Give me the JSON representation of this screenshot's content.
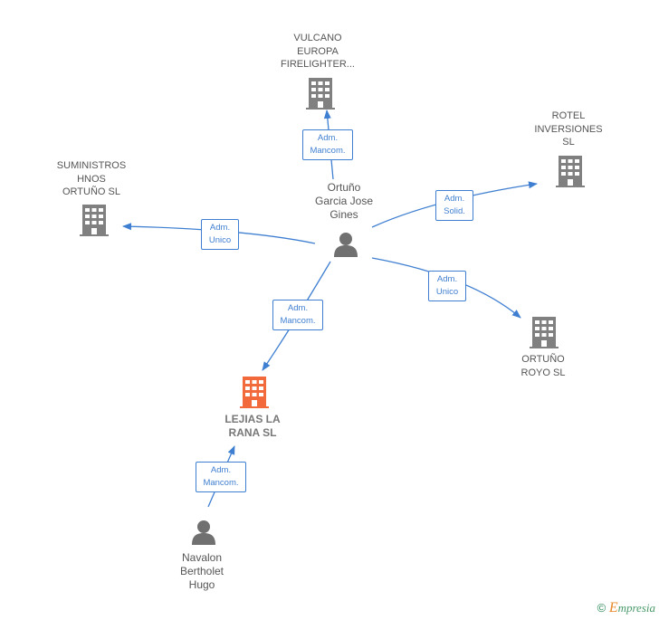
{
  "nodes": {
    "vulcano": {
      "label": "VULCANO\nEUROPA\nFIRELIGHTER..."
    },
    "rotel": {
      "label": "ROTEL\nINVERSIONES\nSL"
    },
    "suministros": {
      "label": "SUMINISTROS\nHNOS\nORTUÑO  SL"
    },
    "ortuno_person": {
      "label": "Ortuño\nGarcia Jose\nGines"
    },
    "ortuno_royo": {
      "label": "ORTUÑO\nROYO  SL"
    },
    "lejias": {
      "label": "LEJIAS LA\nRANA  SL"
    },
    "navalon": {
      "label": "Navalon\nBertholet\nHugo"
    }
  },
  "relations": {
    "to_vulcano": "Adm.\nMancom.",
    "to_rotel": "Adm.\nSolid.",
    "to_suministros": "Adm.\nUnico",
    "to_ortuno_royo": "Adm.\nUnico",
    "to_lejias": "Adm.\nMancom.",
    "navalon_to_lejias": "Adm.\nMancom."
  },
  "colors": {
    "edge": "#3f7fd1",
    "company": "#808080",
    "focus_company": "#f26a3c",
    "person": "#707070"
  },
  "footer": {
    "copyright_symbol": "©",
    "brand_first": "E",
    "brand_rest": "mpresia"
  }
}
